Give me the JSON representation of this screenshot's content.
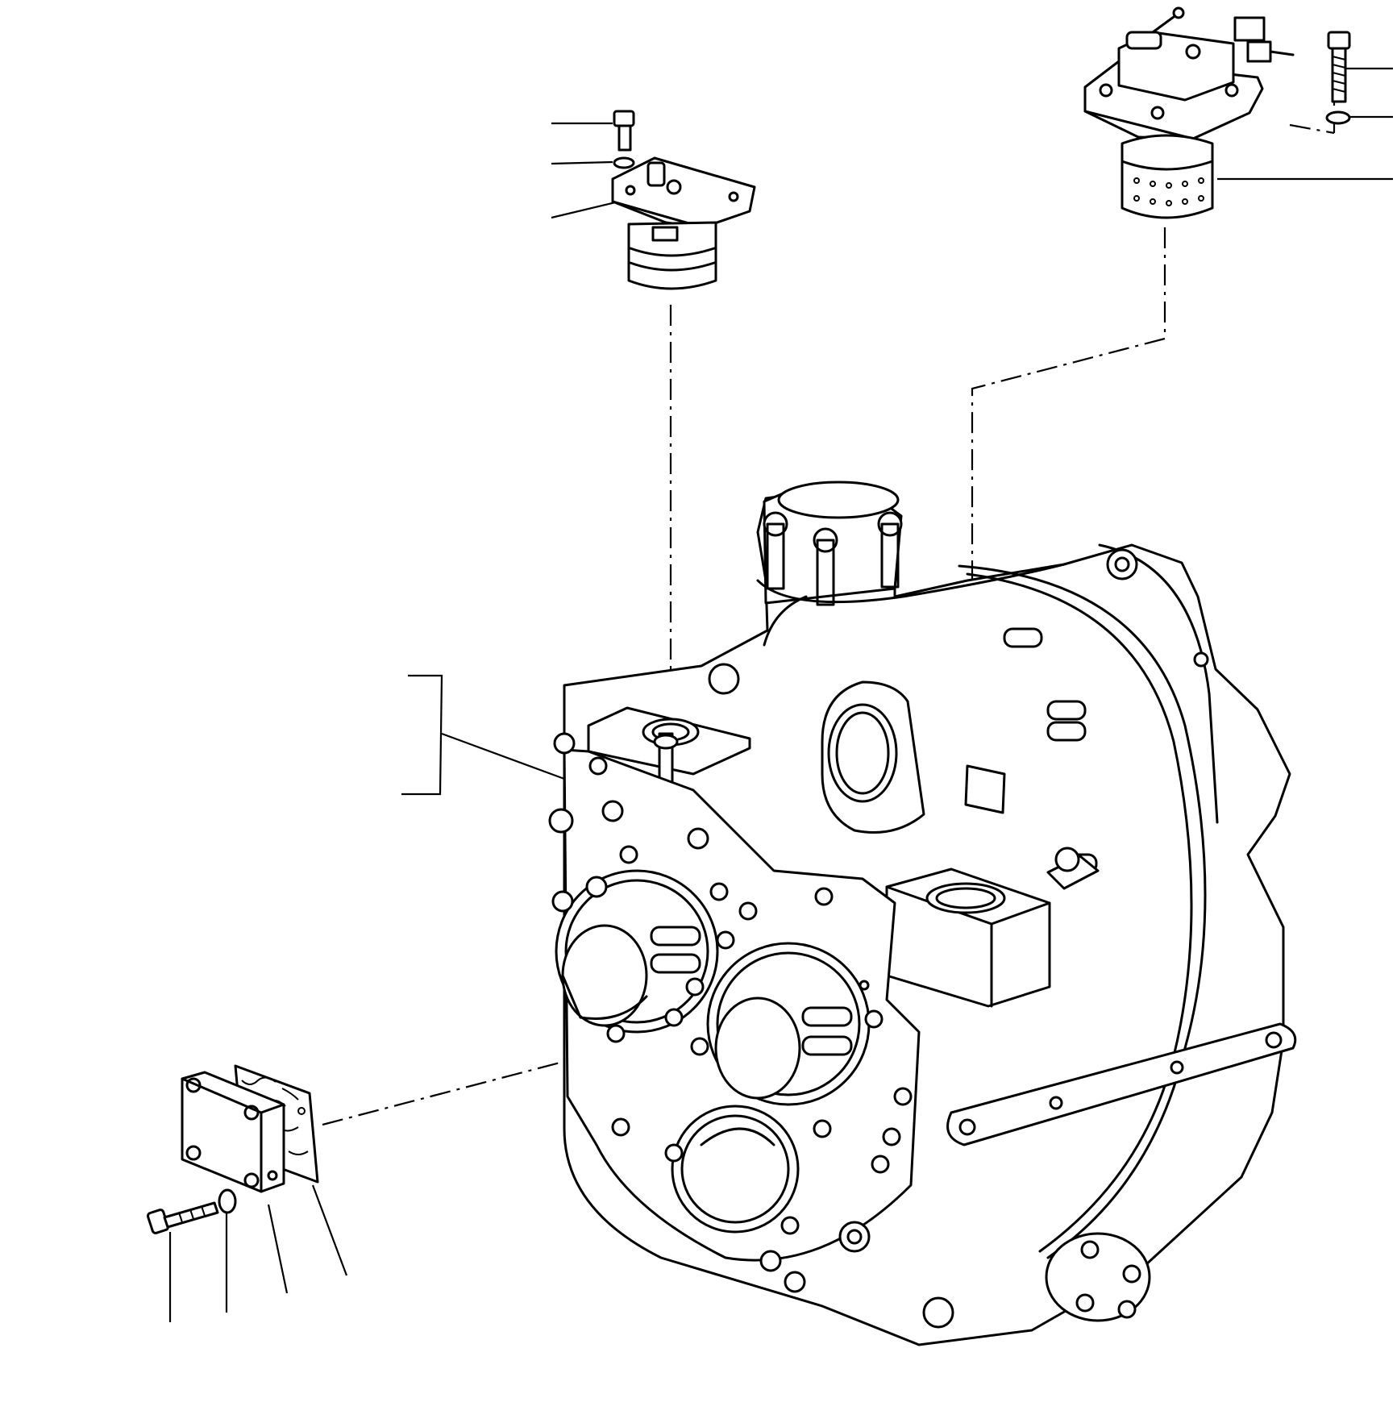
{
  "drawing": {
    "type": "exploded parts diagram",
    "line_color": "#000000",
    "background_color": "#ffffff"
  },
  "parts": [
    {
      "id": "transmission-case",
      "icon": "transmission-housing"
    },
    {
      "id": "top-left-valve",
      "icon": "valve-assembly"
    },
    {
      "id": "top-left-bolt",
      "icon": "bolt"
    },
    {
      "id": "top-left-washer",
      "icon": "washer"
    },
    {
      "id": "top-right-valve",
      "icon": "control-valve"
    },
    {
      "id": "top-right-bolt",
      "icon": "bolt"
    },
    {
      "id": "top-right-washer",
      "icon": "washer"
    },
    {
      "id": "cover-plate",
      "icon": "cover-plate"
    },
    {
      "id": "gasket",
      "icon": "gasket"
    },
    {
      "id": "cover-bolt",
      "icon": "bolt"
    },
    {
      "id": "cover-washer",
      "icon": "washer"
    }
  ]
}
